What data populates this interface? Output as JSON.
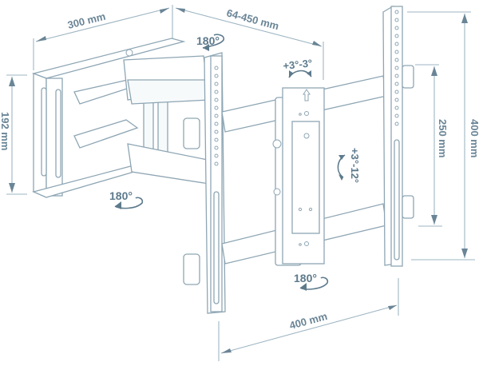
{
  "diagram": {
    "subject": "Full-motion TV wall mount bracket",
    "colors": {
      "line": "#9fb6c3",
      "text": "#6a8596",
      "background": "#ffffff"
    },
    "dimensions": {
      "wall_plate_width": "300 mm",
      "arm_extension": "64-450 mm",
      "wall_plate_height": "192 mm",
      "vesa_vertical_inner": "250 mm",
      "vesa_vertical_outer": "400 mm",
      "vesa_horizontal": "400 mm"
    },
    "rotations": {
      "top_arm_swivel": "180°",
      "bottom_arm_swivel": "180°",
      "tv_swivel": "180°",
      "level_adjust": "+3°-3°",
      "tilt": "+3°-12°"
    }
  }
}
